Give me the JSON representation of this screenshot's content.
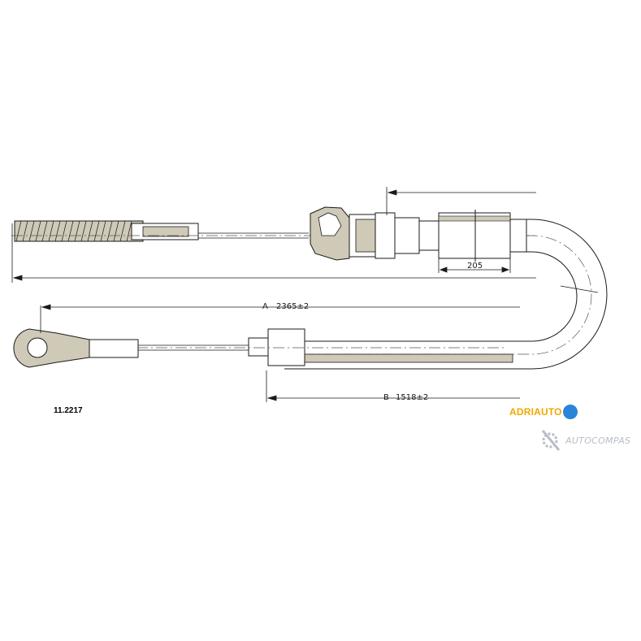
{
  "part_number": "11.2217",
  "dimensions": {
    "a_label": "A",
    "a_value": "2365±2",
    "b_label": "B",
    "b_value": "1518±2",
    "adjust_value": "205"
  },
  "brand": {
    "name": "ADRIAUTO",
    "text_color": "#f0a800",
    "badge_color": "#2a84d8"
  },
  "watermark": {
    "text": "AUTOCOMPAS",
    "color": "#b7bec6"
  },
  "colors": {
    "line": "#1a1a1a",
    "part_fill": "#cfc9b7",
    "center_line": "#555555"
  }
}
